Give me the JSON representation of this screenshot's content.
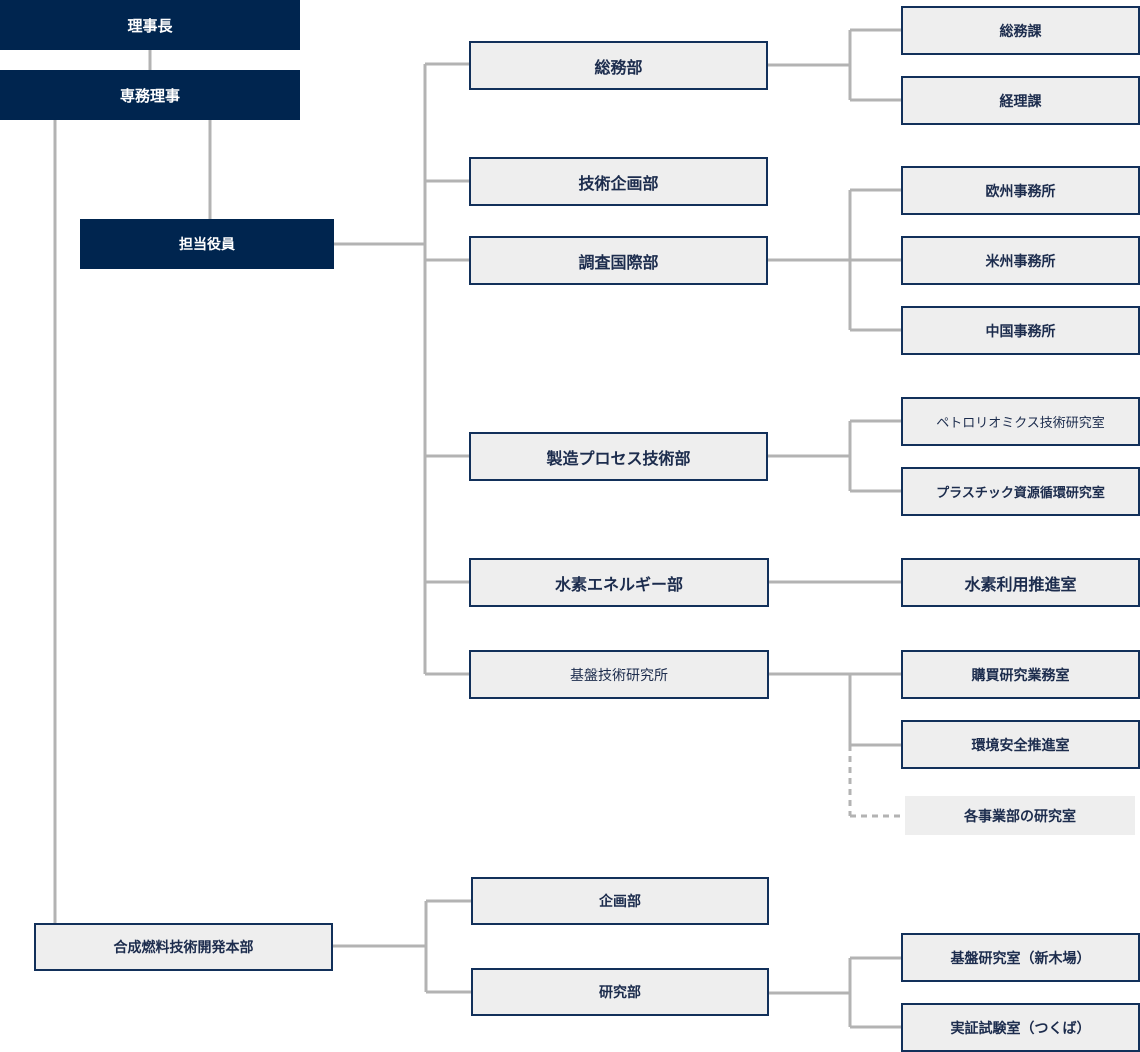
{
  "colors": {
    "navy": "#00254f",
    "border": "#12305a",
    "box_fill": "#eeeeee",
    "line": "#b3b3b3"
  },
  "org_chart": {
    "chairman": "理事長",
    "executive_director": "専務理事",
    "officer_in_charge": "担当役員",
    "departments": {
      "general_affairs": "総務部",
      "technology_planning": "技術企画部",
      "research_international": "調査国際部",
      "manufacturing_process": "製造プロセス技術部",
      "hydrogen_energy": "水素エネルギー部",
      "fundamental_tech_institute": "基盤技術研究所"
    },
    "sections": {
      "general_affairs_section": "総務課",
      "accounting_section": "経理課",
      "europe_office": "欧州事務所",
      "us_office": "米州事務所",
      "china_office": "中国事務所",
      "petroleomics_lab": "ペトロリオミクス技術研究室",
      "plastic_recycling_lab": "プラスチック資源循環研究室",
      "hydrogen_utilization_office": "水素利用推進室",
      "purchasing_research_office": "購買研究業務室",
      "environment_safety_office": "環境安全推進室",
      "division_labs": "各事業部の研究室"
    },
    "synthetic_fuels": {
      "headquarters": "合成燃料技術開発本部",
      "planning_dept": "企画部",
      "research_dept": "研究部",
      "fundamental_lab": "基盤研究室（新木場）",
      "demonstration_lab": "実証試験室（つくば）"
    }
  }
}
